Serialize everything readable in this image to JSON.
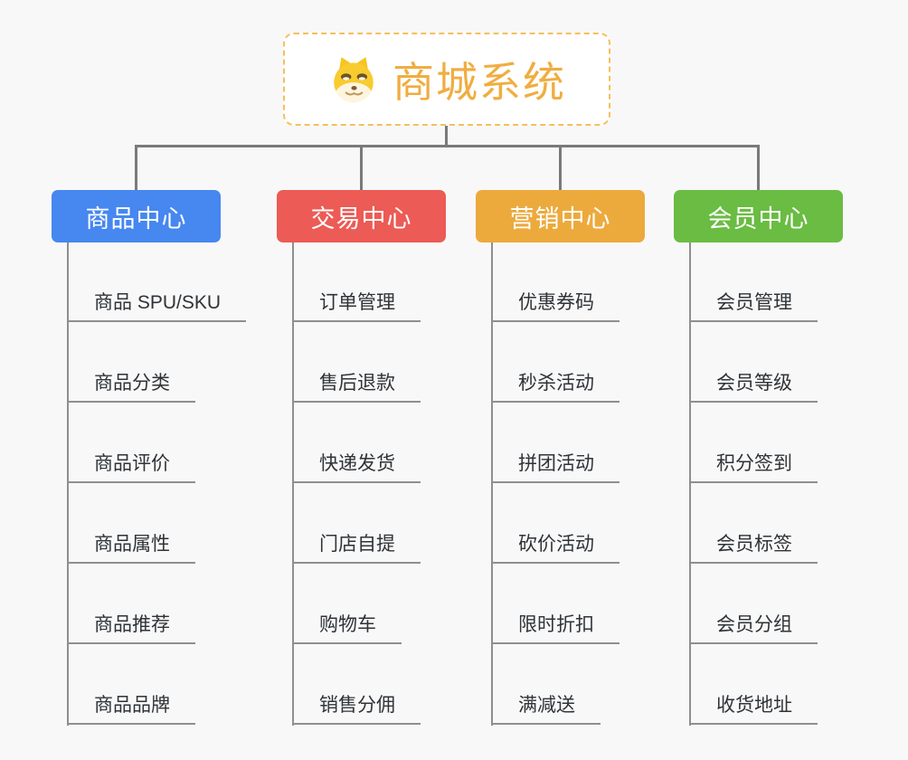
{
  "root": {
    "title": "商城系统",
    "icon": "doge-icon",
    "title_color": "#f0ad40",
    "border_color": "#f4c05c"
  },
  "branches": [
    {
      "label": "商品中心",
      "color": "#4687f0",
      "items": [
        "商品 SPU/SKU",
        "商品分类",
        "商品评价",
        "商品属性",
        "商品推荐",
        "商品品牌"
      ]
    },
    {
      "label": "交易中心",
      "color": "#ec5b55",
      "items": [
        "订单管理",
        "售后退款",
        "快递发货",
        "门店自提",
        "购物车",
        "销售分佣"
      ]
    },
    {
      "label": "营销中心",
      "color": "#ecaa3d",
      "items": [
        "优惠券码",
        "秒杀活动",
        "拼团活动",
        "砍价活动",
        "限时折扣",
        "满减送"
      ]
    },
    {
      "label": "会员中心",
      "color": "#6abc43",
      "items": [
        "会员管理",
        "会员等级",
        "积分签到",
        "会员标签",
        "会员分组",
        "收货地址"
      ]
    }
  ],
  "connector_color": "#7a7a7a"
}
